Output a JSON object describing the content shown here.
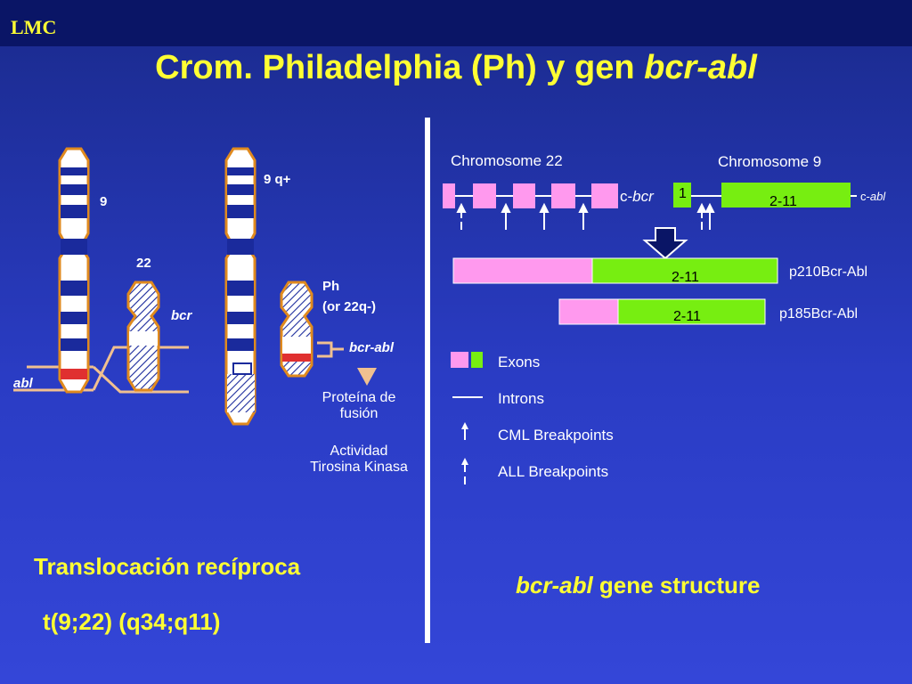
{
  "header": {
    "badge": "LMC",
    "title": "Crom. Philadelphia (Ph) y gen ",
    "title_italic": "bcr-abl"
  },
  "left": {
    "chr9": "9",
    "chr22": "22",
    "chr9q": "9 q+",
    "bcr": "bcr",
    "abl": "abl",
    "ph_line1": "Ph",
    "ph_line2": "(or 22q-)",
    "bcr_abl": "bcr-abl",
    "fusion1": "Proteína de",
    "fusion2": "fusión",
    "activity1": "Actividad",
    "activity2": "Tirosina Kinasa",
    "translocation": "Translocación recíproca",
    "formula": "t(9;22) (q34;q11)"
  },
  "right": {
    "chromosome22": "Chromosome 22",
    "chromosome9": "Chromosome 9",
    "c_prefix": "c-",
    "c_bcr": "bcr",
    "exon1": "1",
    "exons_2_11": "2-11",
    "c_abl_prefix": "c-",
    "c_abl": "abl",
    "p210_exons": "2-11",
    "p210": "p210Bcr-Abl",
    "p185_exons": "2-11",
    "p185": "p185Bcr-Abl",
    "legend": {
      "exons": "Exons",
      "introns": "Introns",
      "cml": "CML Breakpoints",
      "all": "ALL Breakpoints"
    },
    "structure_italic": "bcr-abl",
    "structure_rest": " gene structure"
  },
  "colors": {
    "title": "#ffff33",
    "chromosome_outline": "#e08a1e",
    "band": "#1a2a9c",
    "breakpoint": "#e03030",
    "bcr_exon": "#ff99ee",
    "abl_exon": "#77ee11",
    "connector": "#f0c090"
  }
}
